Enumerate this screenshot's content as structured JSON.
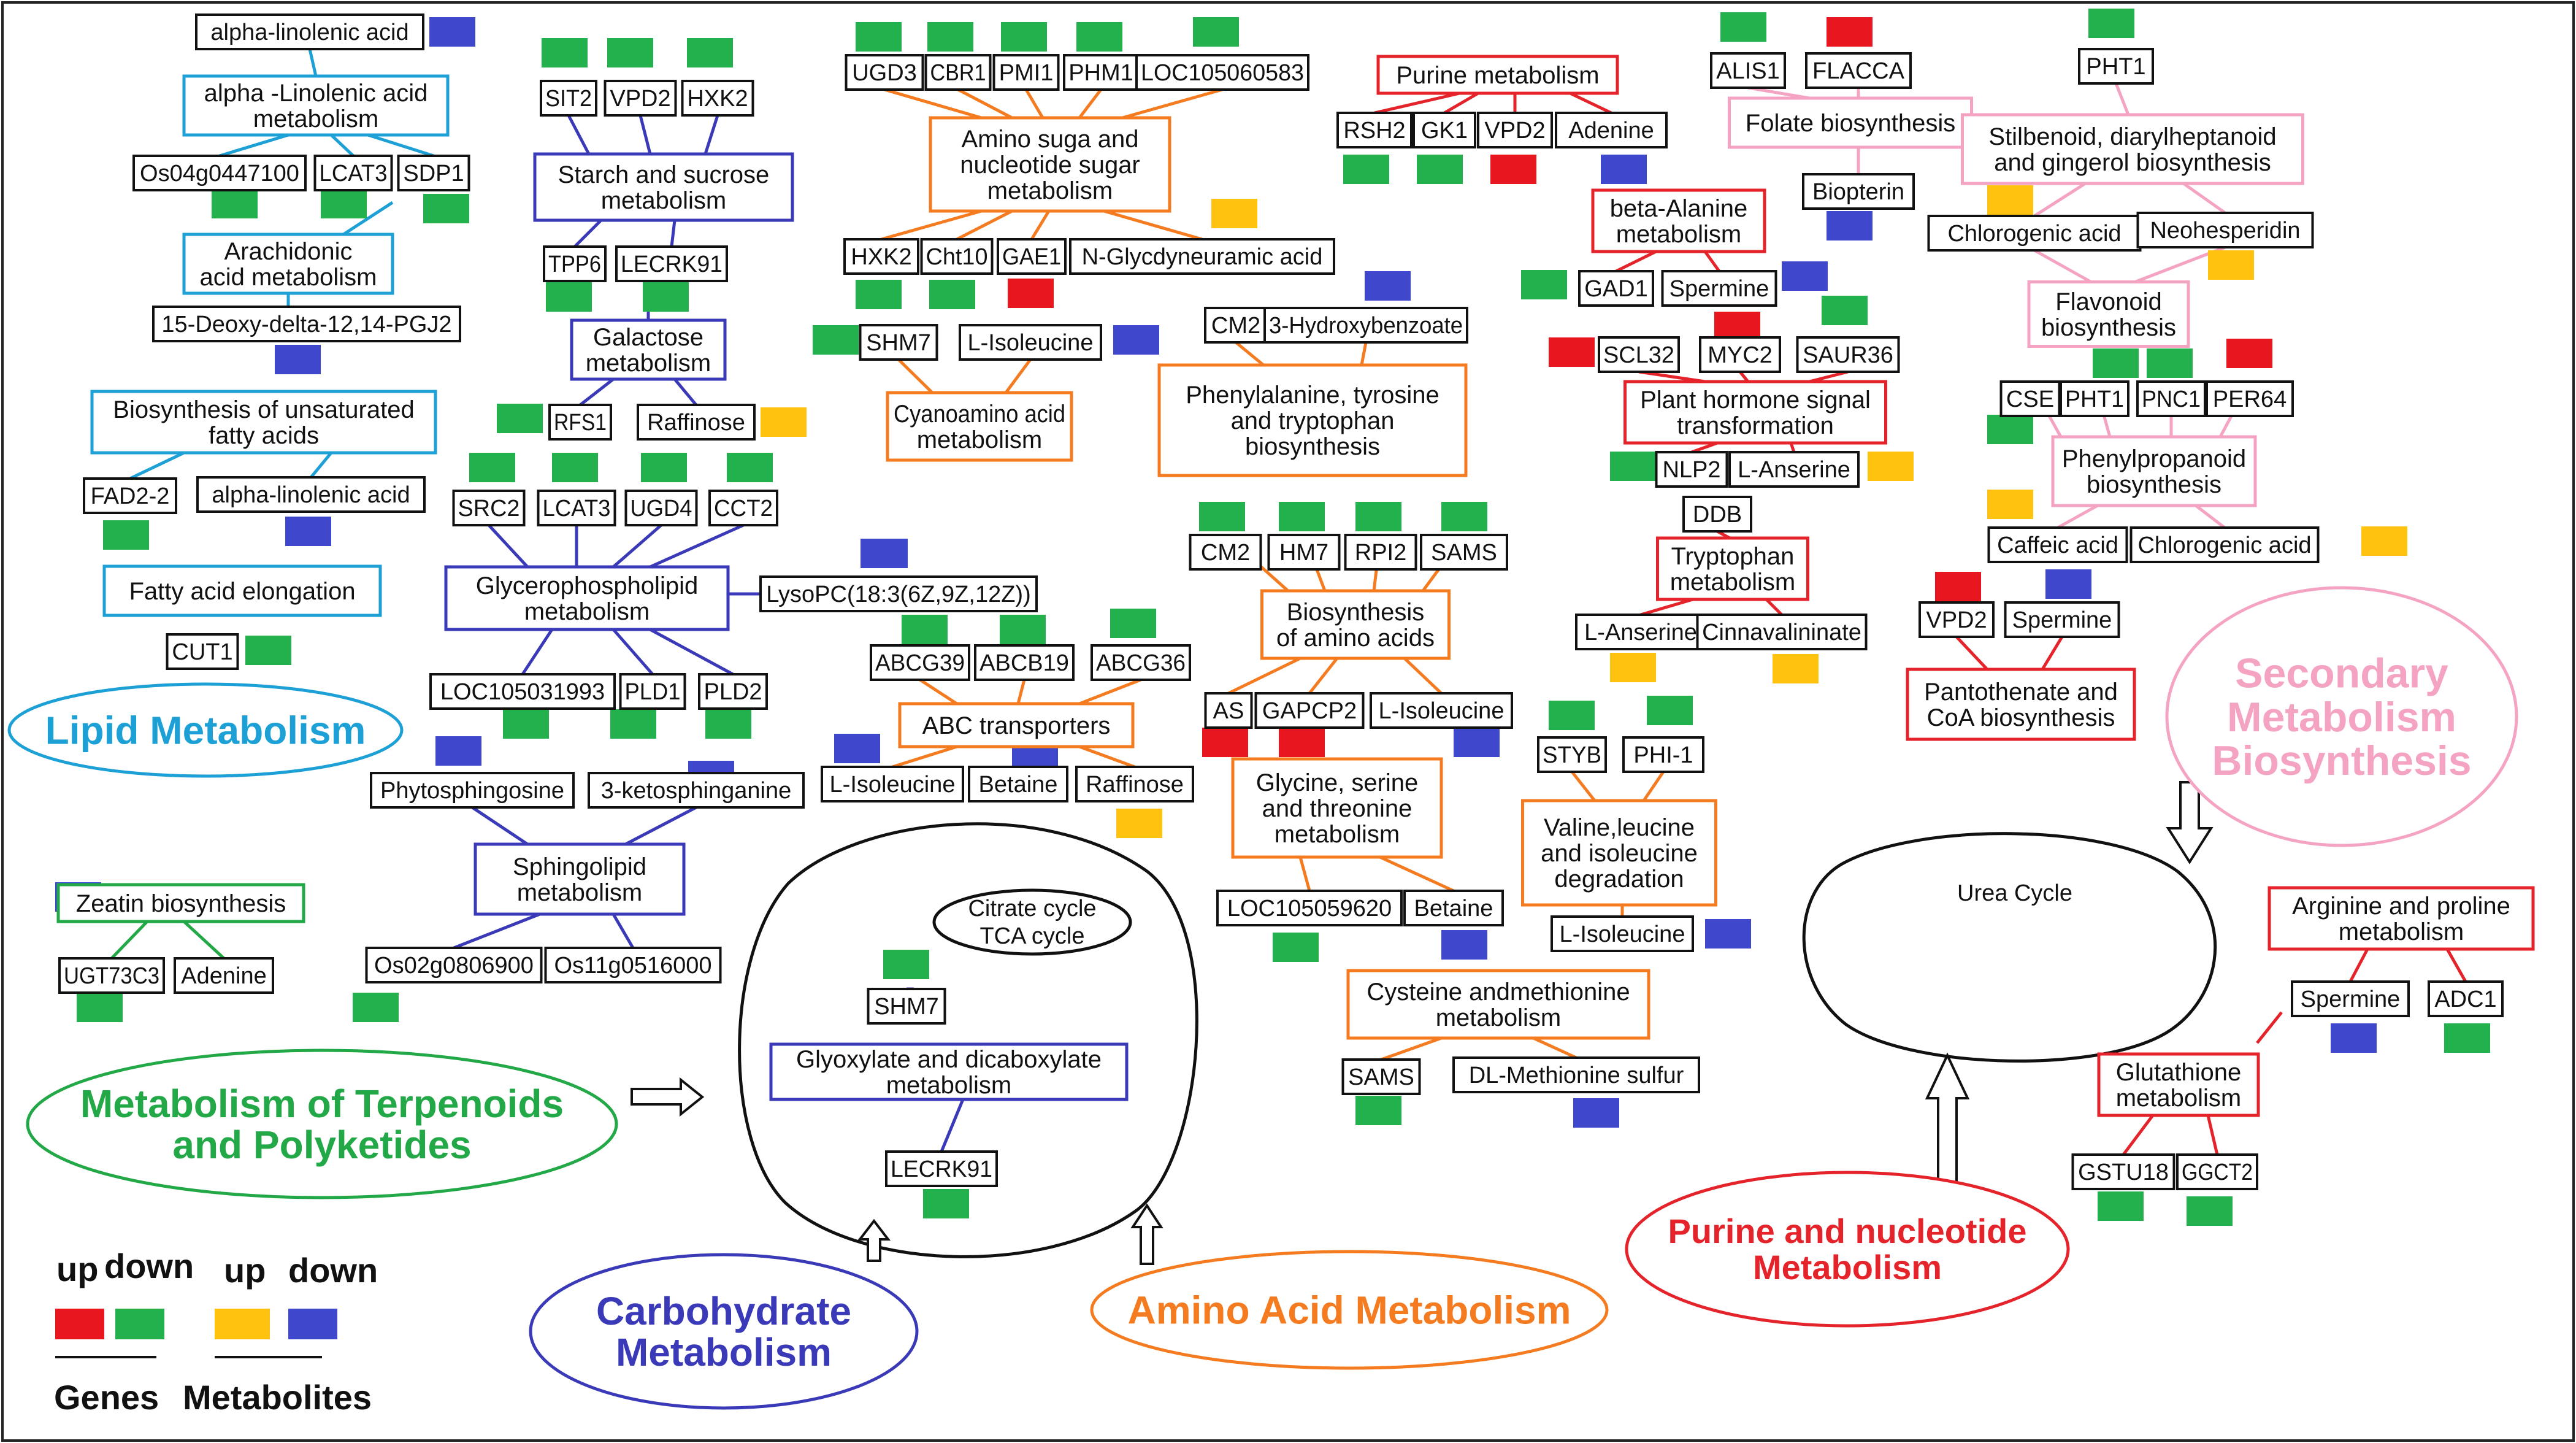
{
  "colors": {
    "gene_up": "#e8171f",
    "gene_down": "#22b14c",
    "met_up": "#ffc20e",
    "met_down": "#3f48cc",
    "lipid": "#1ca0d6",
    "carb": "#3a3ab8",
    "amino": "#f47b20",
    "terpenoid": "#22a846",
    "purine": "#e5232a",
    "secondary": "#f5a3c3"
  },
  "categories": {
    "lipid": "Lipid Metabolism",
    "carb_line1": "Carbohydrate",
    "carb_line2": "Metabolism",
    "amino": "Amino Acid Metabolism",
    "terp_line1": "Metabolism of Terpenoids",
    "terp_line2": "and Polyketides",
    "purine_line1": "Purine and nucleotide",
    "purine_line2": "Metabolism",
    "sec_line1": "Secondary",
    "sec_line2": "Metabolism",
    "sec_line3": "Biosynthesis"
  },
  "cycles": {
    "tca_line1": "Citrate cycle",
    "tca_line2": "TCA cycle",
    "urea": "Urea Cycle"
  },
  "pathways": {
    "ala": [
      "alpha -Linolenic acid",
      "metabolism"
    ],
    "arach": [
      "Arachidonic",
      "acid metabolism"
    ],
    "unsat": [
      "Biosynthesis of unsaturated",
      "fatty acids"
    ],
    "fae": [
      "Fatty acid elongation"
    ],
    "starch": [
      "Starch and sucrose",
      "metabolism"
    ],
    "galact": [
      "Galactose",
      "metabolism"
    ],
    "glycero": [
      "Glycerophospholipid",
      "metabolism"
    ],
    "sphingo": [
      "Sphingolipid",
      "metabolism"
    ],
    "zeatin": [
      "Zeatin biosynthesis"
    ],
    "amino_sugar": [
      "Amino suga and",
      "nucleotide sugar",
      "metabolism"
    ],
    "cyano": [
      "Cyanoamino acid",
      "metabolism"
    ],
    "phe": [
      "Phenylalanine, tyrosine",
      "and tryptophan",
      "biosynthesis"
    ],
    "bio_aa": [
      "Biosynthesis",
      "of amino acids"
    ],
    "abc": [
      "ABC transporters"
    ],
    "glycine": [
      "Glycine, serine",
      "and threonine",
      "metabolism"
    ],
    "cys": [
      "Cysteine andmethionine",
      "metabolism"
    ],
    "glyox": [
      "Glyoxylate and dicaboxylate",
      "metabolism"
    ],
    "purine_met": [
      "Purine metabolism"
    ],
    "folate": [
      "Folate biosynthesis"
    ],
    "beta_ala": [
      "beta-Alanine",
      "metabolism"
    ],
    "hormone": [
      "Plant hormone signal",
      "transformation"
    ],
    "trp": [
      "Tryptophan",
      "metabolism"
    ],
    "valine": [
      "Valine,leucine",
      "and isoleucine",
      "degradation"
    ],
    "stilbenoid": [
      "Stilbenoid, diarylheptanoid",
      "and gingerol biosynthesis"
    ],
    "flavonoid": [
      "Flavonoid",
      "biosynthesis"
    ],
    "phenylprop": [
      "Phenylpropanoid",
      "biosynthesis"
    ],
    "pantothenate": [
      "Pantothenate and",
      "CoA biosynthesis"
    ],
    "arginine": [
      "Arginine and proline",
      "metabolism"
    ],
    "glutathione": [
      "Glutathione",
      "metabolism"
    ]
  },
  "nodes": {
    "n_alinolenic_top": "alpha-linolenic acid",
    "n_os04": "Os04g0447100",
    "n_lcat3a": "LCAT3",
    "n_sdp1": "SDP1",
    "n_15deoxy": "15-Deoxy-delta-12,14-PGJ2",
    "n_fad22": "FAD2-2",
    "n_alinolenic_2": "alpha-linolenic acid",
    "n_cut1": "CUT1",
    "n_sit2": "SIT2",
    "n_vpd2a": "VPD2",
    "n_hxk2a": "HXK2",
    "n_tpp6": "TPP6",
    "n_lecrk91a": "LECRK91",
    "n_rfs1": "RFS1",
    "n_raffinose1": "Raffinose",
    "n_src2": "SRC2",
    "n_lcat3b": "LCAT3",
    "n_ugd4": "UGD4",
    "n_cct2": "CCT2",
    "n_lysopc": "LysoPC(18:3(6Z,9Z,12Z))",
    "n_loc1993": "LOC105031993",
    "n_pld1": "PLD1",
    "n_pld2": "PLD2",
    "n_phyto": "Phytosphingosine",
    "n_ketosph": "3-ketosphinganine",
    "n_os02": "Os02g0806900",
    "n_os11": "Os11g0516000",
    "n_ugt73c3": "UGT73C3",
    "n_adenine1": "Adenine",
    "n_ugd3": "UGD3",
    "n_cbr1": "CBR1",
    "n_pmi1": "PMI1",
    "n_phm1": "PHM1",
    "n_loc0583": "LOC105060583",
    "n_hxk2b": "HXK2",
    "n_cht10": "Cht10",
    "n_gae1": "GAE1",
    "n_nglycy": "N-Glycdyneuramic  acid",
    "n_shm7a": "SHM7",
    "n_lisoleucine1": "L-Isoleucine",
    "n_cm2a": "CM2",
    "n_hydroxybenz": "3-Hydroxybenzoate",
    "n_cm2b": "CM2",
    "n_hm7": "HM7",
    "n_rpi2": "RPI2",
    "n_sams1": "SAMS",
    "n_abcg39": "ABCG39",
    "n_abcb19": "ABCB19",
    "n_abcg36": "ABCG36",
    "n_as": "AS",
    "n_gapcp2": "GAPCP2",
    "n_lisoleucine2": "L-Isoleucine",
    "n_lisoleucine3": "L-Isoleucine",
    "n_betaine1": "Betaine",
    "n_raffinose2": "Raffinose",
    "n_loc9620": "LOC105059620",
    "n_betaine2": "Betaine",
    "n_sams2": "SAMS",
    "n_dlmet": "DL-Methionine sulfur",
    "n_shm7b": "SHM7",
    "n_lecrk91b": "LECRK91",
    "n_rsh2": "RSH2",
    "n_gk1": "GK1",
    "n_vpd2b": "VPD2",
    "n_adenine2": "Adenine",
    "n_alis1": "ALIS1",
    "n_flacca": "FLACCA",
    "n_biopterin": "Biopterin",
    "n_gad1": "GAD1",
    "n_spermine1": "Spermine",
    "n_scl32": "SCL32",
    "n_myc2": "MYC2",
    "n_saur36": "SAUR36",
    "n_nlp2": "NLP2",
    "n_lanserine1": "L-Anserine",
    "n_ddb": "DDB",
    "n_lanserine2": "L-Anserine",
    "n_cinnaval": "Cinnavalininate",
    "n_styb": "STYB",
    "n_phi1": "PHI-1",
    "n_lisoleucine4": "L-Isoleucine",
    "n_pht1a": "PHT1",
    "n_chlorogenic1": "Chlorogenic acid",
    "n_neohesp": "Neohesperidin",
    "n_cse": "CSE",
    "n_pht1b": "PHT1",
    "n_pnc1": "PNC1",
    "n_per64": "PER64",
    "n_caffeic": "Caffeic acid",
    "n_chlorogenic2": "Chlorogenic acid",
    "n_vpd2c": "VPD2",
    "n_spermine2": "Spermine",
    "n_spermine3": "Spermine",
    "n_adc1": "ADC1",
    "n_gstu18": "GSTU18",
    "n_ggct2": "GGCT2"
  },
  "legend": {
    "up1": "up",
    "down1": "down",
    "up2": "up",
    "down2": "down",
    "genes": "Genes",
    "metabolites": "Metabolites"
  }
}
